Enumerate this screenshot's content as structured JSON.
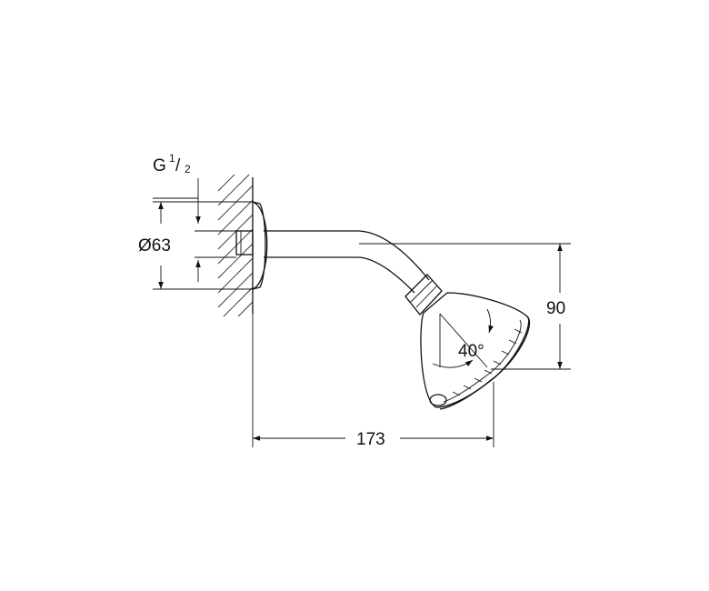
{
  "labels": {
    "thread_prefix": "G",
    "thread_num": "1",
    "thread_den": "2",
    "diameter": "Ø63",
    "height": "90",
    "length": "173",
    "angle": "40°"
  }
}
